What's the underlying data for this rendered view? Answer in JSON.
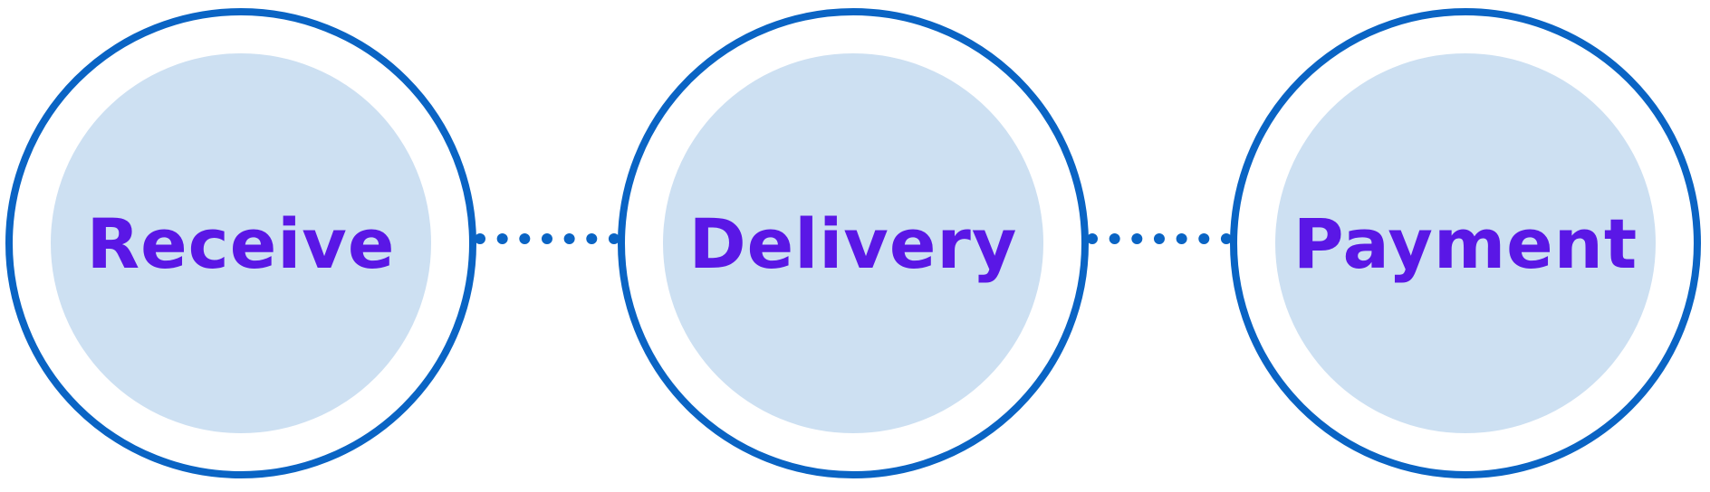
{
  "theme": {
    "accent": "#0a64c4",
    "inner_fill": "#cde0f2",
    "label_color": "#5a17e6"
  },
  "steps": [
    {
      "label": "Receive"
    },
    {
      "label": "Delivery"
    },
    {
      "label": "Payment"
    }
  ]
}
